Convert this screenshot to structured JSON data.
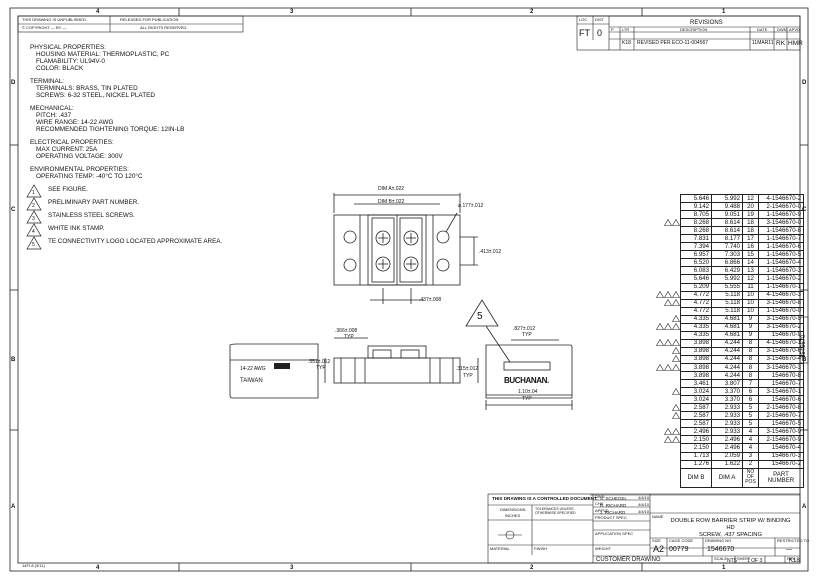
{
  "border": {
    "cols_top": [
      "4",
      "3",
      "2",
      "1"
    ],
    "rows_left": [
      "D",
      "C",
      "B",
      "A"
    ],
    "top_left_notice": "THIS DRAWING IS UNPUBLISHED.",
    "released_for": "RELEASED FOR PUBLICATION",
    "copyright": "© COPYRIGHT — BY —",
    "rights": "ALL RIGHTS RESERVED.",
    "form_id": "14FI-8 (3/11)"
  },
  "revisions": {
    "title": "REVISIONS",
    "loc_label": "LOC",
    "dist_label": "DIST",
    "loc": "FT",
    "dist": "0",
    "headers": [
      "P",
      "LTR",
      "DESCRIPTION",
      "DATE",
      "DWN",
      "APVD"
    ],
    "row": {
      "ltr": "K18",
      "description": "REVISED PER ECO-11-004567",
      "date": "11MAR11",
      "dwn": "RK",
      "apvd": "HMR"
    }
  },
  "notes": {
    "physical_title": "PHYSICAL PROPERTIES:",
    "housing": "HOUSING MATERIAL: THERMOPLASTIC, PC",
    "flamability": "FLAMABILITY: UL94V-0",
    "color": "COLOR: BLACK",
    "terminal_title": "TERMINAL:",
    "terminals": "TERMINALS: BRASS, TIN PLATED",
    "screws": "SCREWS: 6-32 STEEL, NICKEL PLATED",
    "mechanical_title": "MECHANICAL:",
    "pitch": "PITCH: .437",
    "wire_range": "WIRE RANGE: 14-22 AWG",
    "torque": "RECOMMENDED TIGHTENING TORQUE: 12IN-LB",
    "electrical_title": "ELECTRICAL PROPERTIES:",
    "max_current": "MAX CURRENT: 25A",
    "voltage": "OPERATING VOLTAGE: 300V",
    "environmental_title": "ENVIRONMENTAL PROPERTIES:",
    "temp": "OPERATING TEMP: -40°C TO 120°C"
  },
  "flags": [
    {
      "n": "1",
      "text": "SEE FIGURE."
    },
    {
      "n": "2",
      "text": "PRELIMINARY PART NUMBER."
    },
    {
      "n": "3",
      "text": "STAINLESS STEEL SCREWS."
    },
    {
      "n": "4",
      "text": "WHITE INK STAMP."
    },
    {
      "n": "5",
      "text": "TE CONNECTIVITY LOGO LOCATED APPROXIMATE AREA."
    }
  ],
  "dims": {
    "dim_a": "DIM A±.022",
    "dim_b": "DIM B±.022",
    "hole": "ø.177±.012",
    "d413": ".413±.012",
    "d437": ".437±.008",
    "d366": ".366±.008",
    "typ": "TYP",
    "d551": ".551±.012",
    "d315": ".315±.012",
    "d827": ".827±.012",
    "d110": "1.10±.04",
    "flag5": "5",
    "awg": "14-22 AWG",
    "taiwan": "TAIWAN",
    "brand": "BUCHANAN.",
    "side_pn": "1546670"
  },
  "table": {
    "headers": [
      "DIM B",
      "DIM A",
      "NO OF POS",
      "PART NUMBER"
    ],
    "rows": [
      [
        "5.646",
        "5.992",
        "12",
        "4-1546670-2",
        ""
      ],
      [
        "9.142",
        "9.488",
        "20",
        "2-1546670-0",
        ""
      ],
      [
        "8.705",
        "9.051",
        "19",
        "1-1546670-9",
        ""
      ],
      [
        "8.268",
        "8.614",
        "18",
        "3-1546670-0",
        "2"
      ],
      [
        "8.268",
        "8.614",
        "18",
        "1-1546670-8",
        ""
      ],
      [
        "7.831",
        "8.177",
        "17",
        "1-1546670-7",
        ""
      ],
      [
        "7.394",
        "7.740",
        "16",
        "1-1546670-6",
        ""
      ],
      [
        "6.957",
        "7.303",
        "15",
        "1-1546670-5",
        ""
      ],
      [
        "6.520",
        "6.866",
        "14",
        "1-1546670-4",
        ""
      ],
      [
        "6.083",
        "6.429",
        "13",
        "1-1546670-3",
        ""
      ],
      [
        "5.646",
        "5.992",
        "12",
        "1-1546670-2",
        ""
      ],
      [
        "5.209",
        "5.555",
        "11",
        "1-1546670-1",
        ""
      ],
      [
        "4.772",
        "5.118",
        "10",
        "4-1546670-3",
        "3"
      ],
      [
        "4.772",
        "5.118",
        "10",
        "3-1546670-8",
        "2"
      ],
      [
        "4.772",
        "5.118",
        "10",
        "1-1546670-0",
        ""
      ],
      [
        "4.335",
        "4.681",
        "9",
        "3-1546670-5",
        "1"
      ],
      [
        "4.335",
        "4.681",
        "9",
        "3-1546670-2",
        "3"
      ],
      [
        "4.335",
        "4.681",
        "9",
        "1546670-9",
        ""
      ],
      [
        "3.898",
        "4.244",
        "8",
        "4-1546670-1",
        "3"
      ],
      [
        "3.898",
        "4.244",
        "8",
        "3-1546670-6",
        "1"
      ],
      [
        "3.898",
        "4.244",
        "8",
        "3-1546670-4",
        "1"
      ],
      [
        "3.898",
        "4.244",
        "8",
        "3-1546670-3",
        "3"
      ],
      [
        "3.898",
        "4.244",
        "8",
        "1546670-8",
        ""
      ],
      [
        "3.461",
        "3.807",
        "7",
        "1546670-7",
        ""
      ],
      [
        "3.024",
        "3.370",
        "6",
        "3-1546670-1",
        "1"
      ],
      [
        "3.024",
        "3.370",
        "6",
        "1546670-6",
        ""
      ],
      [
        "2.587",
        "2.933",
        "5",
        "2-1546670-8",
        "1"
      ],
      [
        "2.587",
        "2.933",
        "5",
        "2-1546670-7",
        "1"
      ],
      [
        "2.587",
        "2.933",
        "5",
        "1546670-5",
        ""
      ],
      [
        "2.496",
        "2.933",
        "4",
        "3-1546670-9",
        "2"
      ],
      [
        "2.150",
        "2.496",
        "4",
        "2-1546670-9",
        "2"
      ],
      [
        "2.150",
        "2.496",
        "4",
        "1546670-4",
        ""
      ],
      [
        "1.713",
        "2.059",
        "3",
        "1546670-3",
        ""
      ],
      [
        "1.276",
        "1.622",
        "2",
        "1546670-2",
        ""
      ]
    ]
  },
  "titleblock": {
    "controlled": "THIS DRAWING IS A CONTROLLED DOCUMENT.",
    "dimensions": "DIMENSIONS:",
    "inches": "INCHES",
    "tolerances": "TOLERANCES UNLESS OTHERWISE SPECIFIED",
    "dwn": "DWN",
    "chk": "CHK",
    "appvd": "APPVD",
    "name1": "S. SCHEGEL",
    "name2": "R. RICHARD",
    "name3": "J. RICHARD",
    "date1": "4/4/10",
    "date2": "4/4/10",
    "date3": "4/4/10",
    "product_spec": "PRODUCT SPEC",
    "application_spec": "APPLICATION SPEC",
    "weight": "WEIGHT",
    "material": "MATERIAL",
    "finish": "FINISH",
    "name_label": "NAME",
    "title_line1": "DOUBLE ROW BARRIER STRIP W/ BINDING HD",
    "title_line2": "SCREW, .437 SPACING",
    "size_label": "SIZE",
    "cage_label": "CAGE CODE",
    "dwg_label": "DRAWING NO",
    "restricted_label": "RESTRICTED TO",
    "size": "A2",
    "cage": "00779",
    "dwg_no": "1546670",
    "restricted": "—",
    "scale_label": "SCALE",
    "scale": "NTS",
    "sheet_label": "SHEET",
    "sheet": "1 OF 3",
    "rev_label": "REV",
    "rev": "K18",
    "customer": "CUSTOMER DRAWING"
  }
}
